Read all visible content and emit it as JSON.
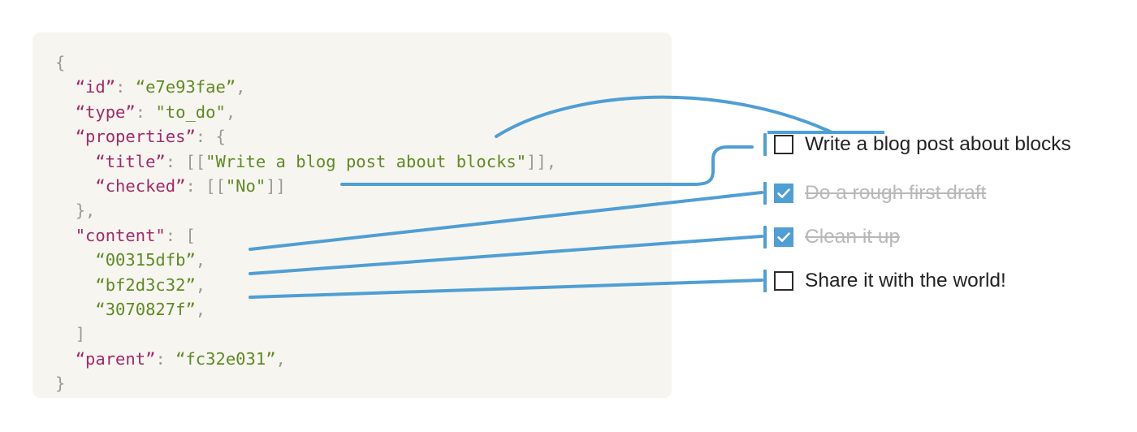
{
  "code_panel": {
    "background": "#f7f5f0",
    "lines": [
      {
        "indent": 0,
        "tokens": [
          {
            "t": "{",
            "c": "pun"
          }
        ]
      },
      {
        "indent": 1,
        "tokens": [
          {
            "t": "“id”",
            "c": "key"
          },
          {
            "t": ": ",
            "c": "pun"
          },
          {
            "t": "“e7e93fae”",
            "c": "str"
          },
          {
            "t": ",",
            "c": "pun"
          }
        ]
      },
      {
        "indent": 1,
        "tokens": [
          {
            "t": "“type”",
            "c": "key"
          },
          {
            "t": ": ",
            "c": "pun"
          },
          {
            "t": "\"to_do\"",
            "c": "str"
          },
          {
            "t": ",",
            "c": "pun"
          }
        ]
      },
      {
        "indent": 1,
        "tokens": [
          {
            "t": "“properties”",
            "c": "key"
          },
          {
            "t": ": {",
            "c": "pun"
          }
        ]
      },
      {
        "indent": 2,
        "tokens": [
          {
            "t": "“title”",
            "c": "key"
          },
          {
            "t": ": ",
            "c": "pun"
          },
          {
            "t": "[[",
            "c": "brk"
          },
          {
            "t": "\"Write a blog post about blocks\"",
            "c": "str"
          },
          {
            "t": "]],",
            "c": "brk"
          }
        ]
      },
      {
        "indent": 2,
        "tokens": [
          {
            "t": "“checked”",
            "c": "key"
          },
          {
            "t": ": ",
            "c": "pun"
          },
          {
            "t": "[[",
            "c": "brk"
          },
          {
            "t": "\"No\"",
            "c": "str"
          },
          {
            "t": "]]",
            "c": "brk"
          }
        ]
      },
      {
        "indent": 1,
        "tokens": [
          {
            "t": "},",
            "c": "pun"
          }
        ]
      },
      {
        "indent": 1,
        "tokens": [
          {
            "t": "\"content\"",
            "c": "key"
          },
          {
            "t": ": [",
            "c": "pun"
          }
        ]
      },
      {
        "indent": 2,
        "tokens": [
          {
            "t": "“00315dfb”",
            "c": "str"
          },
          {
            "t": ",",
            "c": "pun"
          }
        ]
      },
      {
        "indent": 2,
        "tokens": [
          {
            "t": "“bf2d3c32”",
            "c": "str"
          },
          {
            "t": ",",
            "c": "pun"
          }
        ]
      },
      {
        "indent": 2,
        "tokens": [
          {
            "t": "“3070827f”",
            "c": "str"
          },
          {
            "t": ",",
            "c": "pun"
          }
        ]
      },
      {
        "indent": 1,
        "tokens": [
          {
            "t": "]",
            "c": "brk"
          }
        ]
      },
      {
        "indent": 1,
        "tokens": [
          {
            "t": "“parent”",
            "c": "key"
          },
          {
            "t": ": ",
            "c": "pun"
          },
          {
            "t": "“fc32e031”",
            "c": "str"
          },
          {
            "t": ",",
            "c": "pun"
          }
        ]
      },
      {
        "indent": 0,
        "tokens": [
          {
            "t": "}",
            "c": "pun"
          }
        ]
      }
    ],
    "raw_text": "{\n  “id”: “e7e93fae”,\n  “type”: \"to_do\",\n  “properties”: {\n    “title”: [[\"Write a blog post about blocks\"]],\n    “checked”: [[\"No\"]]\n  },\n  \"content\": [\n    “00315dfb”,\n    “bf2d3c32”,\n    “3070827f”,\n  ]\n  “parent”: “fc32e031”,\n}"
  },
  "todo_list": {
    "items": [
      {
        "label": "Write a blog post about blocks",
        "checked": false,
        "checkbox_icon": "checkbox-empty-icon"
      },
      {
        "label": "Do a rough first draft",
        "checked": true,
        "checkbox_icon": "checkbox-checked-icon"
      },
      {
        "label": "Clean it up",
        "checked": true,
        "checkbox_icon": "checkbox-checked-icon"
      },
      {
        "label": "Share it with the world!",
        "checked": false,
        "checkbox_icon": "checkbox-empty-icon"
      }
    ]
  },
  "connectors": {
    "color": "#4f9ed4",
    "stroke_width": 4,
    "descriptions": [
      "title-arc: from JSON title value curving over to underline above first todo label",
      "checked-line: from JSON checked value straight right then curving up to first checkbox tick",
      "content-line-1: from “00315dfb” rising to second todo checkbox tick",
      "content-line-2: from “bf2d3c32” rising to third todo checkbox tick",
      "content-line-3: from “3070827f” rising to fourth todo checkbox tick"
    ]
  },
  "colors": {
    "accent_blue": "#4f9ed4",
    "panel_bg": "#f7f5f0",
    "key_magenta": "#a02a68",
    "string_green": "#5f8a23",
    "punctuation_gray": "#9b9b93",
    "text_dark": "#232323",
    "done_gray": "#b8b8b8",
    "page_bg": "#ffffff"
  }
}
